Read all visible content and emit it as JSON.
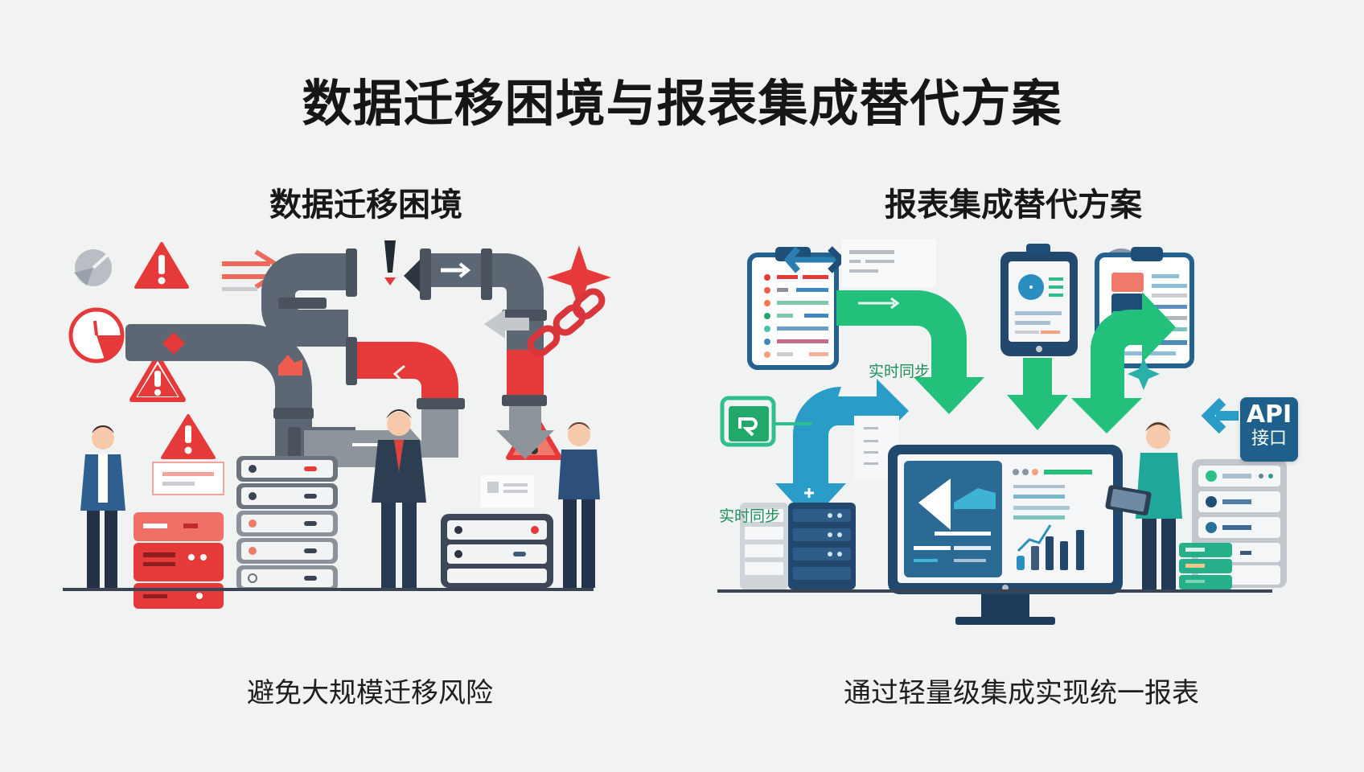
{
  "title": "数据迁移困境与报表集成替代方案",
  "left_panel": {
    "heading": "数据迁移困境",
    "caption": "避免大规模迁移风险",
    "illustration": {
      "elements": [
        "warning-triangle-icon",
        "broken-pipe",
        "gauge-icon",
        "chain-icon",
        "server-rack",
        "stressed-person",
        "worried-person"
      ],
      "accent_color": "#e63a3a",
      "pipe_color": "#5d6673"
    }
  },
  "right_panel": {
    "heading": "报表集成替代方案",
    "caption": "通过轻量级集成实现统一报表",
    "labels": {
      "sync_top": "实时同步",
      "sync_bottom": "实时同步",
      "api_line1": "API",
      "api_line2": "接口"
    },
    "illustration": {
      "elements": [
        "clipboard-report",
        "tablet-report",
        "monitor-dashboard",
        "server-rack",
        "person-with-tablet",
        "sync-arrows"
      ],
      "accent_color": "#22c07a",
      "primary_color": "#1f5f8b",
      "secondary_color": "#2a9cc8"
    }
  },
  "colors": {
    "background": "#f1f2f2",
    "danger": "#e63a3a",
    "success": "#22c07a",
    "navy": "#1f4e79"
  }
}
